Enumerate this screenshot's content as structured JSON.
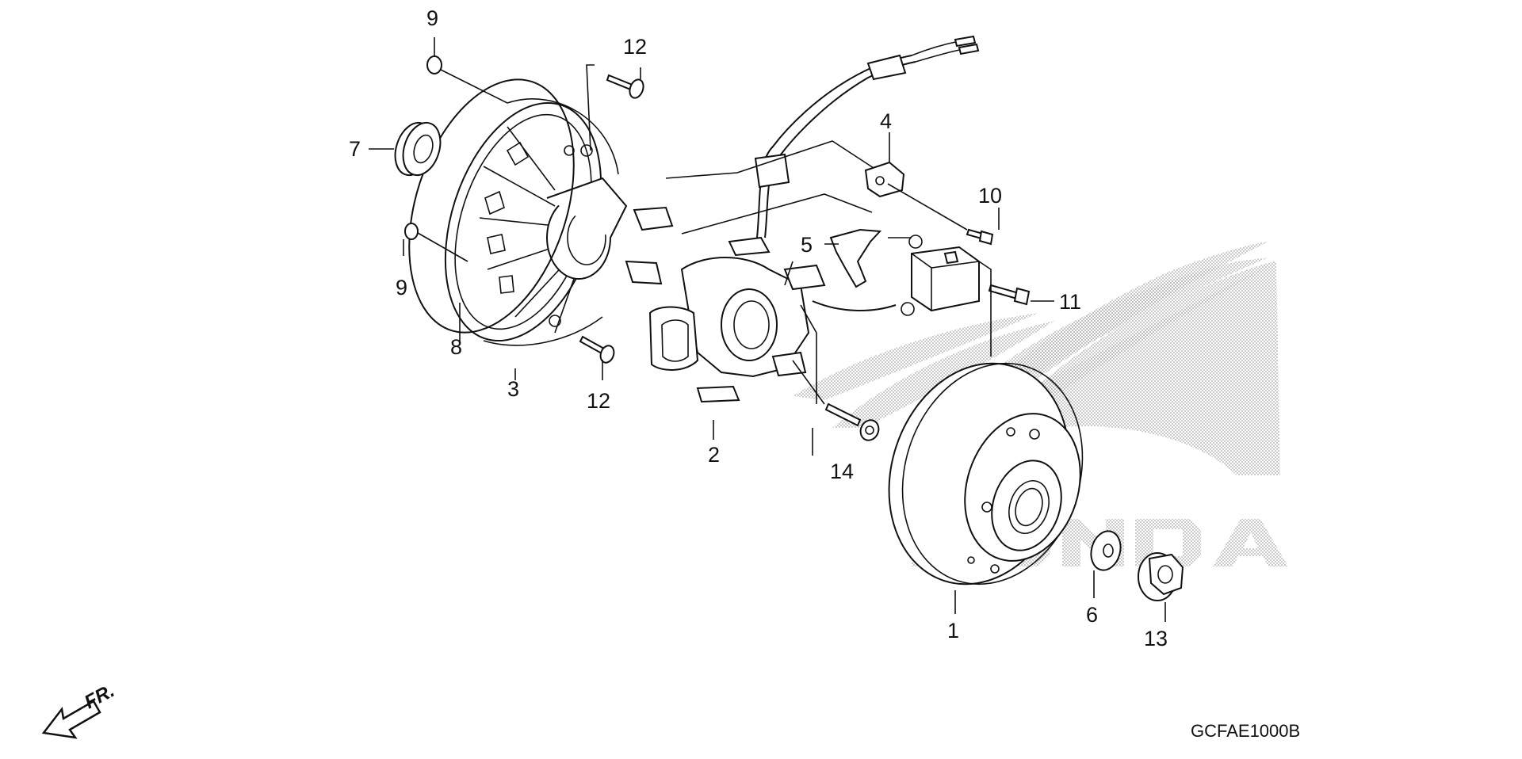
{
  "callouts": {
    "c1": "1",
    "c2": "2",
    "c3": "3",
    "c4": "4",
    "c5": "5",
    "c6": "6",
    "c7": "7",
    "c8": "8",
    "c9a": "9",
    "c9b": "9",
    "c10": "10",
    "c11": "11",
    "c12a": "12",
    "c12b": "12",
    "c13": "13",
    "c14": "14"
  },
  "direction_label": "FR.",
  "diagram_code": "GCFAE1000B",
  "colors": {
    "line": "#111111",
    "background": "#ffffff",
    "watermark": "#a8a8a8"
  },
  "icons": {
    "direction": "front-arrow-icon",
    "watermark": "wing-logo-watermark"
  }
}
